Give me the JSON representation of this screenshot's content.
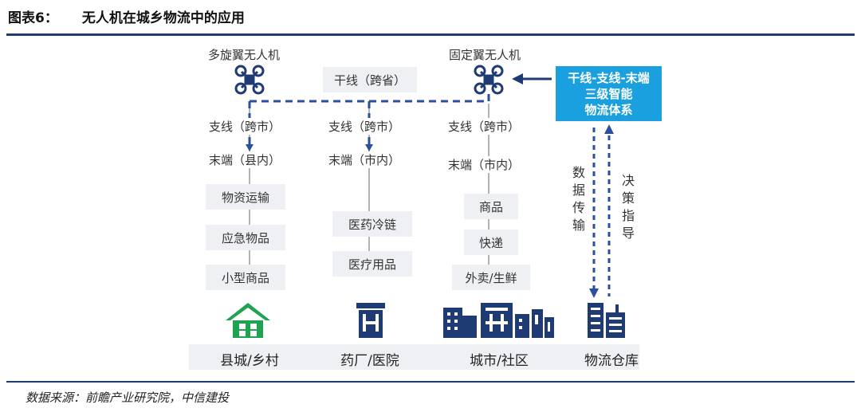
{
  "header": {
    "figure_no": "图表6：",
    "title": "无人机在城乡物流中的应用"
  },
  "drones": {
    "multi_rotor": "多旋翼无人机",
    "fixed_wing": "固定翼无人机"
  },
  "routes": {
    "trunk": "干线（跨省）",
    "branch_1": "支线（跨市）",
    "branch_2": "支线（跨市）",
    "branch_3": "支线（跨市）",
    "end_1": "末端（县内）",
    "end_2": "末端（市内）",
    "end_3": "末端（市内）"
  },
  "columns": {
    "county": [
      "物资运输",
      "应急物品",
      "小型商品"
    ],
    "pharma": [
      "医药冷链",
      "医疗用品"
    ],
    "city": [
      "商品",
      "快递",
      "外卖/生鲜"
    ]
  },
  "system": {
    "line1": "干线-支线-末端",
    "line2": "三级智能",
    "line3": "物流体系"
  },
  "flows": {
    "up": "数据传输",
    "down": "决策指导"
  },
  "categories": [
    "县城/乡村",
    "药厂/医院",
    "城市/社区",
    "物流仓库"
  ],
  "colors": {
    "navy": "#1f3b74",
    "sky": "#1aa0df",
    "green": "#1ea351",
    "dashed": "#2b4fa0",
    "box": "#eef0f3"
  },
  "footer": "数据来源：前瞻产业研究院，中信建投"
}
